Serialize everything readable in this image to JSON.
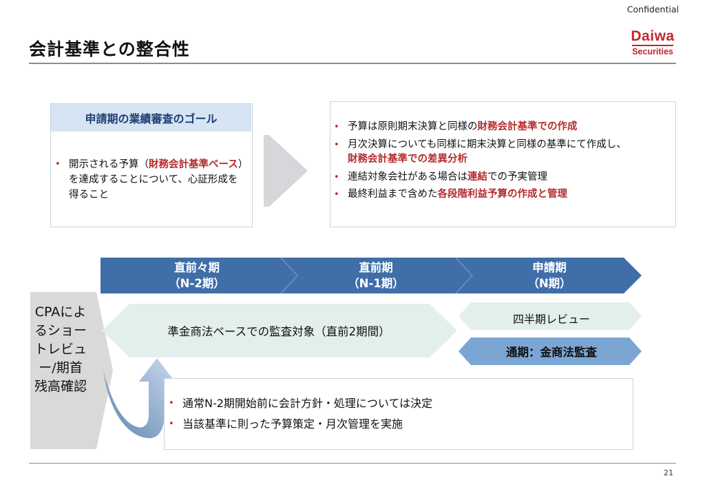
{
  "header": {
    "confidential": "Confidential",
    "title": "会計基準との整合性",
    "logo": {
      "line1": "Daiwa",
      "line2": "Securities",
      "color": "#c0272d"
    }
  },
  "goal": {
    "heading": "申請期の業績審査のゴール",
    "bullet": {
      "pre": "開示される予算（",
      "em": "財務会計基準ベース",
      "post": "）を達成することについて、心証形成を得ること"
    }
  },
  "points": [
    {
      "pre": "予算は原則期末決算と同様の",
      "em": "財務会計基準での作成",
      "post": ""
    },
    {
      "pre": "月次決算についても同様に期末決算と同様の基準にて作成し、",
      "em": "財務会計基準での差異分析",
      "post": ""
    },
    {
      "pre": "連結対象会社がある場合は",
      "em": "連結",
      "post": "での予実管理"
    },
    {
      "pre": "最終利益まで含めた",
      "em": "各段階利益予算の作成と管理",
      "post": ""
    }
  ],
  "timeline": [
    {
      "line1": "直前々期",
      "line2": "（N-2期）"
    },
    {
      "line1": "直前期",
      "line2": "（N-1期）"
    },
    {
      "line1": "申請期",
      "line2": "（N期）"
    }
  ],
  "cpa": {
    "label": "CPAによるショートレビュー/期首残高確認"
  },
  "scope": {
    "main": "準金商法ベースでの監査対象（直前2期間）",
    "quarterly": "四半期レビュー",
    "annual": "通期：金商法監査"
  },
  "policy": [
    "通常N-2期開始前に会計方針・処理については決定",
    "当該基準に則った予算策定・月次管理を実施"
  ],
  "footer": {
    "page": "21"
  },
  "colors": {
    "accent_red": "#b32d2e",
    "timeline_blue": "#3f6ea8",
    "pale_blue": "#d7e4f3",
    "pale_green": "#e3efec"
  }
}
